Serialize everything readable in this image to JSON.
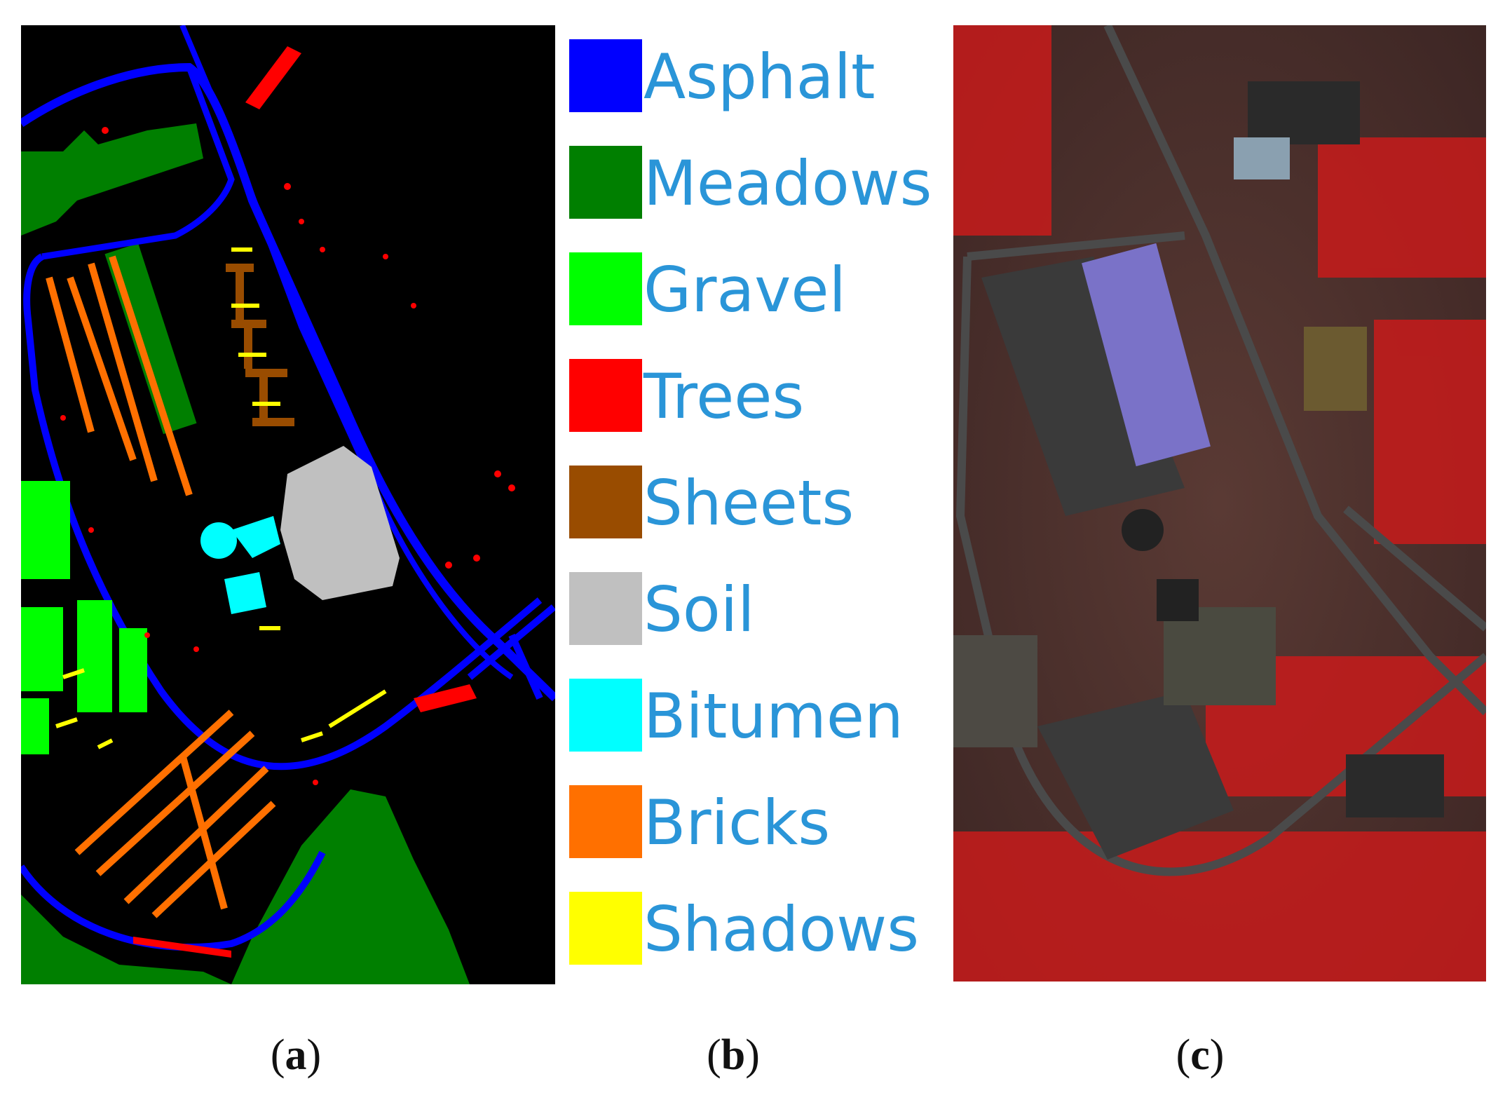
{
  "legend": {
    "items": [
      {
        "label": "Asphalt",
        "color": "#0000ff"
      },
      {
        "label": "Meadows",
        "color": "#007f00"
      },
      {
        "label": "Gravel",
        "color": "#00ff00"
      },
      {
        "label": "Trees",
        "color": "#ff0000"
      },
      {
        "label": "Sheets",
        "color": "#994c00"
      },
      {
        "label": "Soil",
        "color": "#c0c0c0"
      },
      {
        "label": "Bitumen",
        "color": "#00ffff"
      },
      {
        "label": "Bricks",
        "color": "#ff7000"
      },
      {
        "label": "Shadows",
        "color": "#ffff00"
      }
    ]
  },
  "captions": {
    "a": "a",
    "b": "b",
    "c": "c"
  }
}
